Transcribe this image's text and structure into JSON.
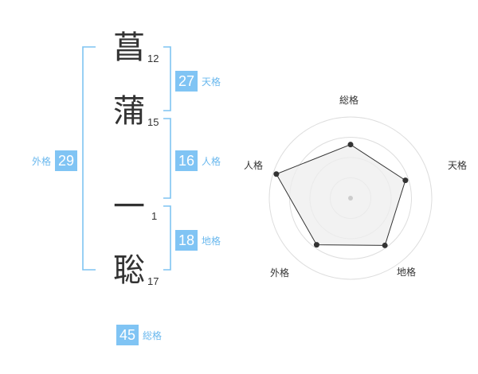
{
  "name_chars": [
    {
      "char": "菖",
      "strokes": "12"
    },
    {
      "char": "蒲",
      "strokes": "15"
    },
    {
      "char": "一",
      "strokes": "1"
    },
    {
      "char": "聡",
      "strokes": "17"
    }
  ],
  "kakusu": {
    "tenkaku": {
      "value": "27",
      "label": "天格"
    },
    "jinkaku": {
      "value": "16",
      "label": "人格"
    },
    "chikaku": {
      "value": "18",
      "label": "地格"
    },
    "gaikaku": {
      "value": "29",
      "label": "外格"
    },
    "soukaku": {
      "value": "45",
      "label": "総格"
    }
  },
  "bracket_color": "#7ec4f2",
  "chart_data": {
    "type": "radar",
    "axes": [
      "総格",
      "天格",
      "地格",
      "外格",
      "人格"
    ],
    "values": [
      0.66,
      0.71,
      0.72,
      0.71,
      0.96
    ],
    "rings": 4,
    "fill_color": "#eeeeee",
    "line_color": "#333333",
    "grid_color": "#dddddd"
  }
}
